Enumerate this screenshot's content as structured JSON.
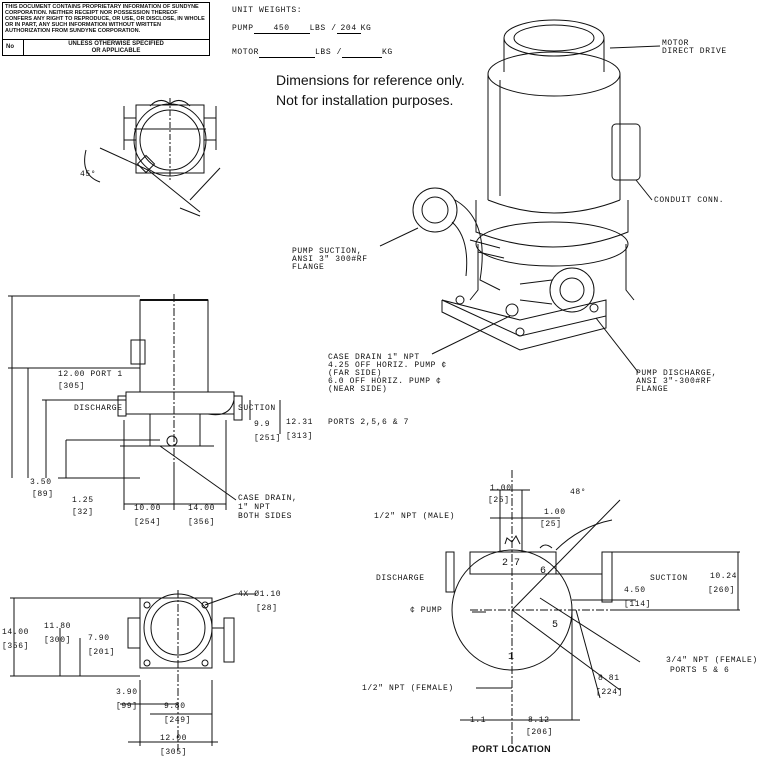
{
  "notice": {
    "body": "THIS DOCUMENT CONTAINS PROPRIETARY INFORMATION OF SUNDYNE CORPORATION. NEITHER RECEIPT NOR POSSESSION THEREOF CONFERS ANY RIGHT TO REPRODUCE, OR USE, OR DISCLOSE, IN WHOLE OR IN PART, ANY SUCH INFORMATION WITHOUT WRITTEN AUTHORIZATION FROM SUNDYNE CORPORATION.",
    "no_label": "No",
    "spec_line1": "UNLESS OTHERWISE SPECIFIED",
    "spec_line2": "OR APPLICABLE"
  },
  "weights": {
    "title": "UNIT WEIGHTS:",
    "pump_label": "PUMP",
    "pump_lbs": "450",
    "pump_lbs_unit": "LBS /",
    "pump_kg": "204",
    "pump_kg_unit": "KG",
    "motor_label": "MOTOR",
    "motor_lbs_unit": "LBS /",
    "motor_kg_unit": "KG"
  },
  "disclaimer": {
    "line1": "Dimensions for reference only.",
    "line2": "Not for installation purposes."
  },
  "iso_callouts": {
    "motor1": "MOTOR",
    "motor2": "DIRECT DRIVE",
    "conduit": "CONDUIT CONN.",
    "suction1": "PUMP SUCTION,",
    "suction2": "ANSI 3\" 300#RF",
    "suction3": "FLANGE",
    "drain1": "CASE DRAIN 1\" NPT",
    "drain2": "4.25 OFF HORIZ. PUMP ¢",
    "drain3": "(FAR SIDE)",
    "drain4": "6.0 OFF HORIZ. PUMP ¢",
    "drain5": "(NEAR SIDE)",
    "discharge1": "PUMP DISCHARGE,",
    "discharge2": "ANSI 3\"-300#RF",
    "discharge3": "FLANGE"
  },
  "top_view": {
    "angle": "45°"
  },
  "side_view": {
    "port1": "12.00 PORT 1",
    "port1_mm": "[305]",
    "discharge": "DISCHARGE",
    "suction": "SUCTION",
    "d99": "9.9",
    "d99_mm": "[251]",
    "d1231": "12.31",
    "d1231_mm": "[313]",
    "ports": "PORTS 2,5,6 & 7",
    "d350": "3.50",
    "d350_mm": "[89]",
    "d125": "1.25",
    "d125_mm": "[32]",
    "d1000": "10.00",
    "d1000_mm": "[254]",
    "d1400": "14.00",
    "d1400_mm": "[356]",
    "casedrain1": "CASE DRAIN,",
    "casedrain2": "1\" NPT",
    "casedrain3": "BOTH SIDES"
  },
  "plan_view": {
    "holes": "4X Ø1.10",
    "holes_mm": "[28]",
    "d1400": "14.00",
    "d1400_mm": "[356]",
    "d1180": "11.80",
    "d1180_mm": "[300]",
    "d790": "7.90",
    "d790_mm": "[201]",
    "d390": "3.90",
    "d390_mm": "[99]",
    "d980": "9.80",
    "d980_mm": "[249]",
    "d1200": "12.00",
    "d1200_mm": "[305]"
  },
  "port_view": {
    "title": "PORT LOCATION",
    "d100a": "1.00",
    "d100a_mm": "[25]",
    "d100b": "1.00",
    "d100b_mm": "[25]",
    "angle": "48°",
    "npt_male": "1/2\" NPT (MALE)",
    "discharge": "DISCHARGE",
    "suction": "SUCTION",
    "pump": "¢ PUMP",
    "d450": "4.50",
    "d450_mm": "[114]",
    "d1024": "10.24",
    "d1024_mm": "[260]",
    "npt_female": "3/4\" NPT (FEMALE)",
    "ports56": "PORTS 5 & 6",
    "d881": "8.81",
    "d881_mm": "[224]",
    "npt_female2": "1/2\" NPT (FEMALE)",
    "d11": "1.1",
    "d812": "8.12",
    "d812_mm": "[206]",
    "p2": "2",
    "p7": "7",
    "p6": "6",
    "p5": "5",
    "p1": "1"
  }
}
